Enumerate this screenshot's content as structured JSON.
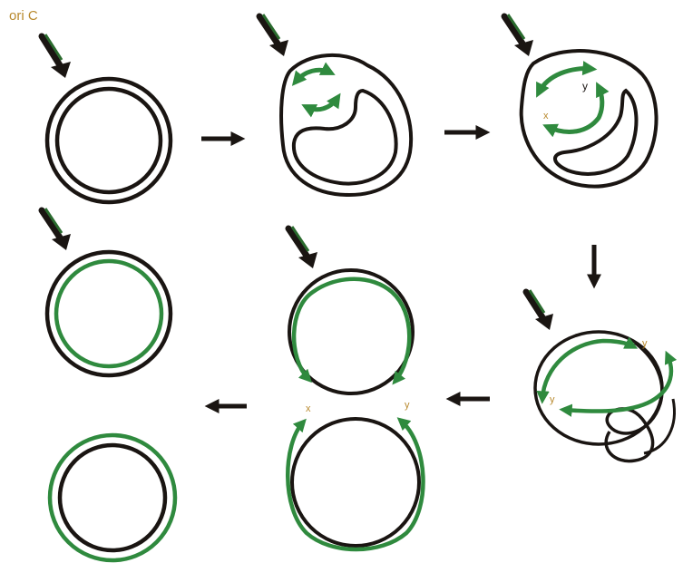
{
  "labels": {
    "origin": "ori C",
    "x": "x",
    "y": "y"
  },
  "colors": {
    "parental_strand": "#1a1512",
    "new_strand": "#2f8a3e",
    "origin_marker": "#2a6b2e",
    "label_orange": "#b8892d",
    "background": "#ffffff"
  },
  "stages": [
    {
      "id": "parental-circle",
      "has_origin_marker": true
    },
    {
      "id": "initiation-bubble",
      "has_origin_marker": true
    },
    {
      "id": "bidirectional-fork",
      "has_origin_marker": true
    },
    {
      "id": "supercoiled-replication",
      "has_origin_marker": true
    },
    {
      "id": "catenated-daughters",
      "has_origin_marker": true
    },
    {
      "id": "daughter-circle-1",
      "has_origin_marker": true
    },
    {
      "id": "daughter-circle-2",
      "has_origin_marker": false
    }
  ],
  "flow_arrows": [
    "right",
    "right",
    "down",
    "left",
    "left"
  ]
}
